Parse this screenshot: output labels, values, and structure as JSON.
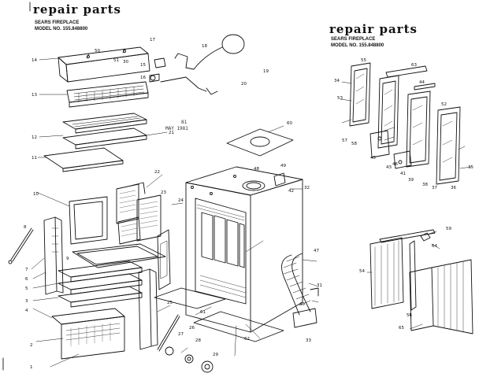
{
  "header_left": {
    "title": "repair parts",
    "line1": "SEARS FIREPLACE",
    "line2": "MODEL NO. 155.848800"
  },
  "header_right": {
    "title": "repair parts",
    "line1": "SEARS FIREPLACE",
    "line2": "MODEL NO. 155.848800"
  },
  "stamp": {
    "line1": "81",
    "line2": "MAY 1981"
  },
  "callouts": [
    "1",
    "2",
    "3",
    "4",
    "5",
    "6",
    "7",
    "8",
    "9",
    "10",
    "11",
    "12",
    "13",
    "14",
    "15",
    "16",
    "17",
    "18",
    "19",
    "20",
    "21",
    "22",
    "23",
    "24",
    "25",
    "26",
    "27",
    "28",
    "29",
    "30",
    "31",
    "32",
    "33",
    "34",
    "35",
    "36",
    "37",
    "38",
    "39",
    "40",
    "41",
    "42",
    "43",
    "44",
    "45",
    "46",
    "47",
    "48",
    "49",
    "50",
    "51",
    "52",
    "53",
    "54",
    "55",
    "56",
    "57",
    "58",
    "59",
    "60",
    "61",
    "62",
    "63",
    "64",
    "65"
  ]
}
